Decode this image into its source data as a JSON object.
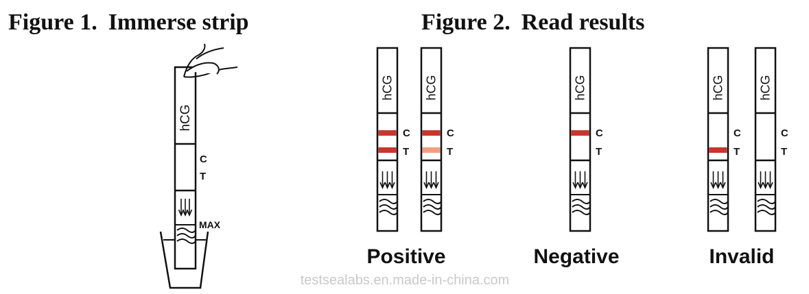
{
  "figure1": {
    "number": "Figure 1.",
    "title": "Immerse strip",
    "strip_label": "hCG",
    "c_label": "C",
    "t_label": "T",
    "max_label": "MAX"
  },
  "figure2": {
    "number": "Figure 2.",
    "title": "Read results",
    "strip_label": "hCG",
    "c_label": "C",
    "t_label": "T",
    "results": [
      {
        "name": "Positive",
        "strips": [
          {
            "control_line": "visible",
            "test_line": "visible",
            "control_color": "#c8372d",
            "test_color": "#c8372d"
          },
          {
            "control_line": "visible",
            "test_line": "faint",
            "control_color": "#c8372d",
            "test_color": "#f0a080"
          }
        ]
      },
      {
        "name": "Negative",
        "strips": [
          {
            "control_line": "visible",
            "test_line": "none",
            "control_color": "#c8372d"
          }
        ]
      },
      {
        "name": "Invalid",
        "strips": [
          {
            "control_line": "none",
            "test_line": "visible",
            "test_color": "#c8372d"
          },
          {
            "control_line": "none",
            "test_line": "none"
          }
        ]
      }
    ]
  },
  "watermark": "testsealabs.en.made-in-china.com"
}
